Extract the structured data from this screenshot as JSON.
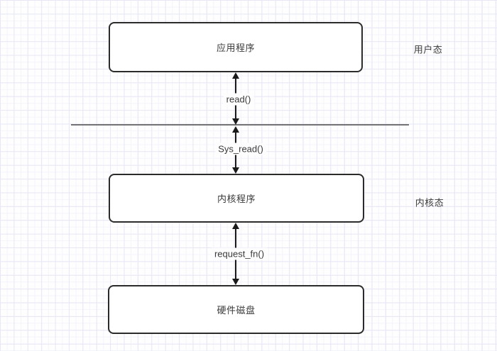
{
  "diagram": {
    "nodes": [
      {
        "id": "application",
        "label": "应用程序"
      },
      {
        "id": "kernel-program",
        "label": "内核程序"
      },
      {
        "id": "hardware-disk",
        "label": "硬件磁盘"
      }
    ],
    "edges": [
      {
        "id": "read",
        "label": "read()",
        "from": "application",
        "to": "user-kernel-boundary",
        "style": "double-arrow"
      },
      {
        "id": "sys-read",
        "label": "Sys_read()",
        "from": "user-kernel-boundary",
        "to": "kernel-program",
        "style": "double-arrow"
      },
      {
        "id": "request-fn",
        "label": "request_fn()",
        "from": "kernel-program",
        "to": "hardware-disk",
        "style": "double-arrow"
      }
    ],
    "annotations": [
      {
        "id": "user-mode",
        "label": "用户态"
      },
      {
        "id": "kernel-mode",
        "label": "内核态"
      }
    ],
    "boundary": {
      "id": "user-kernel-boundary",
      "type": "horizontal-line"
    },
    "colors": {
      "node_border": "#2b2b2b",
      "node_fill": "#ffffff",
      "arrow": "#1a1a1a",
      "boundary_line": "#737373",
      "text": "#3a3a3a",
      "grid_major": "#e7e7f5",
      "grid_minor": "#f4f4fb",
      "background": "#fefeff"
    }
  }
}
